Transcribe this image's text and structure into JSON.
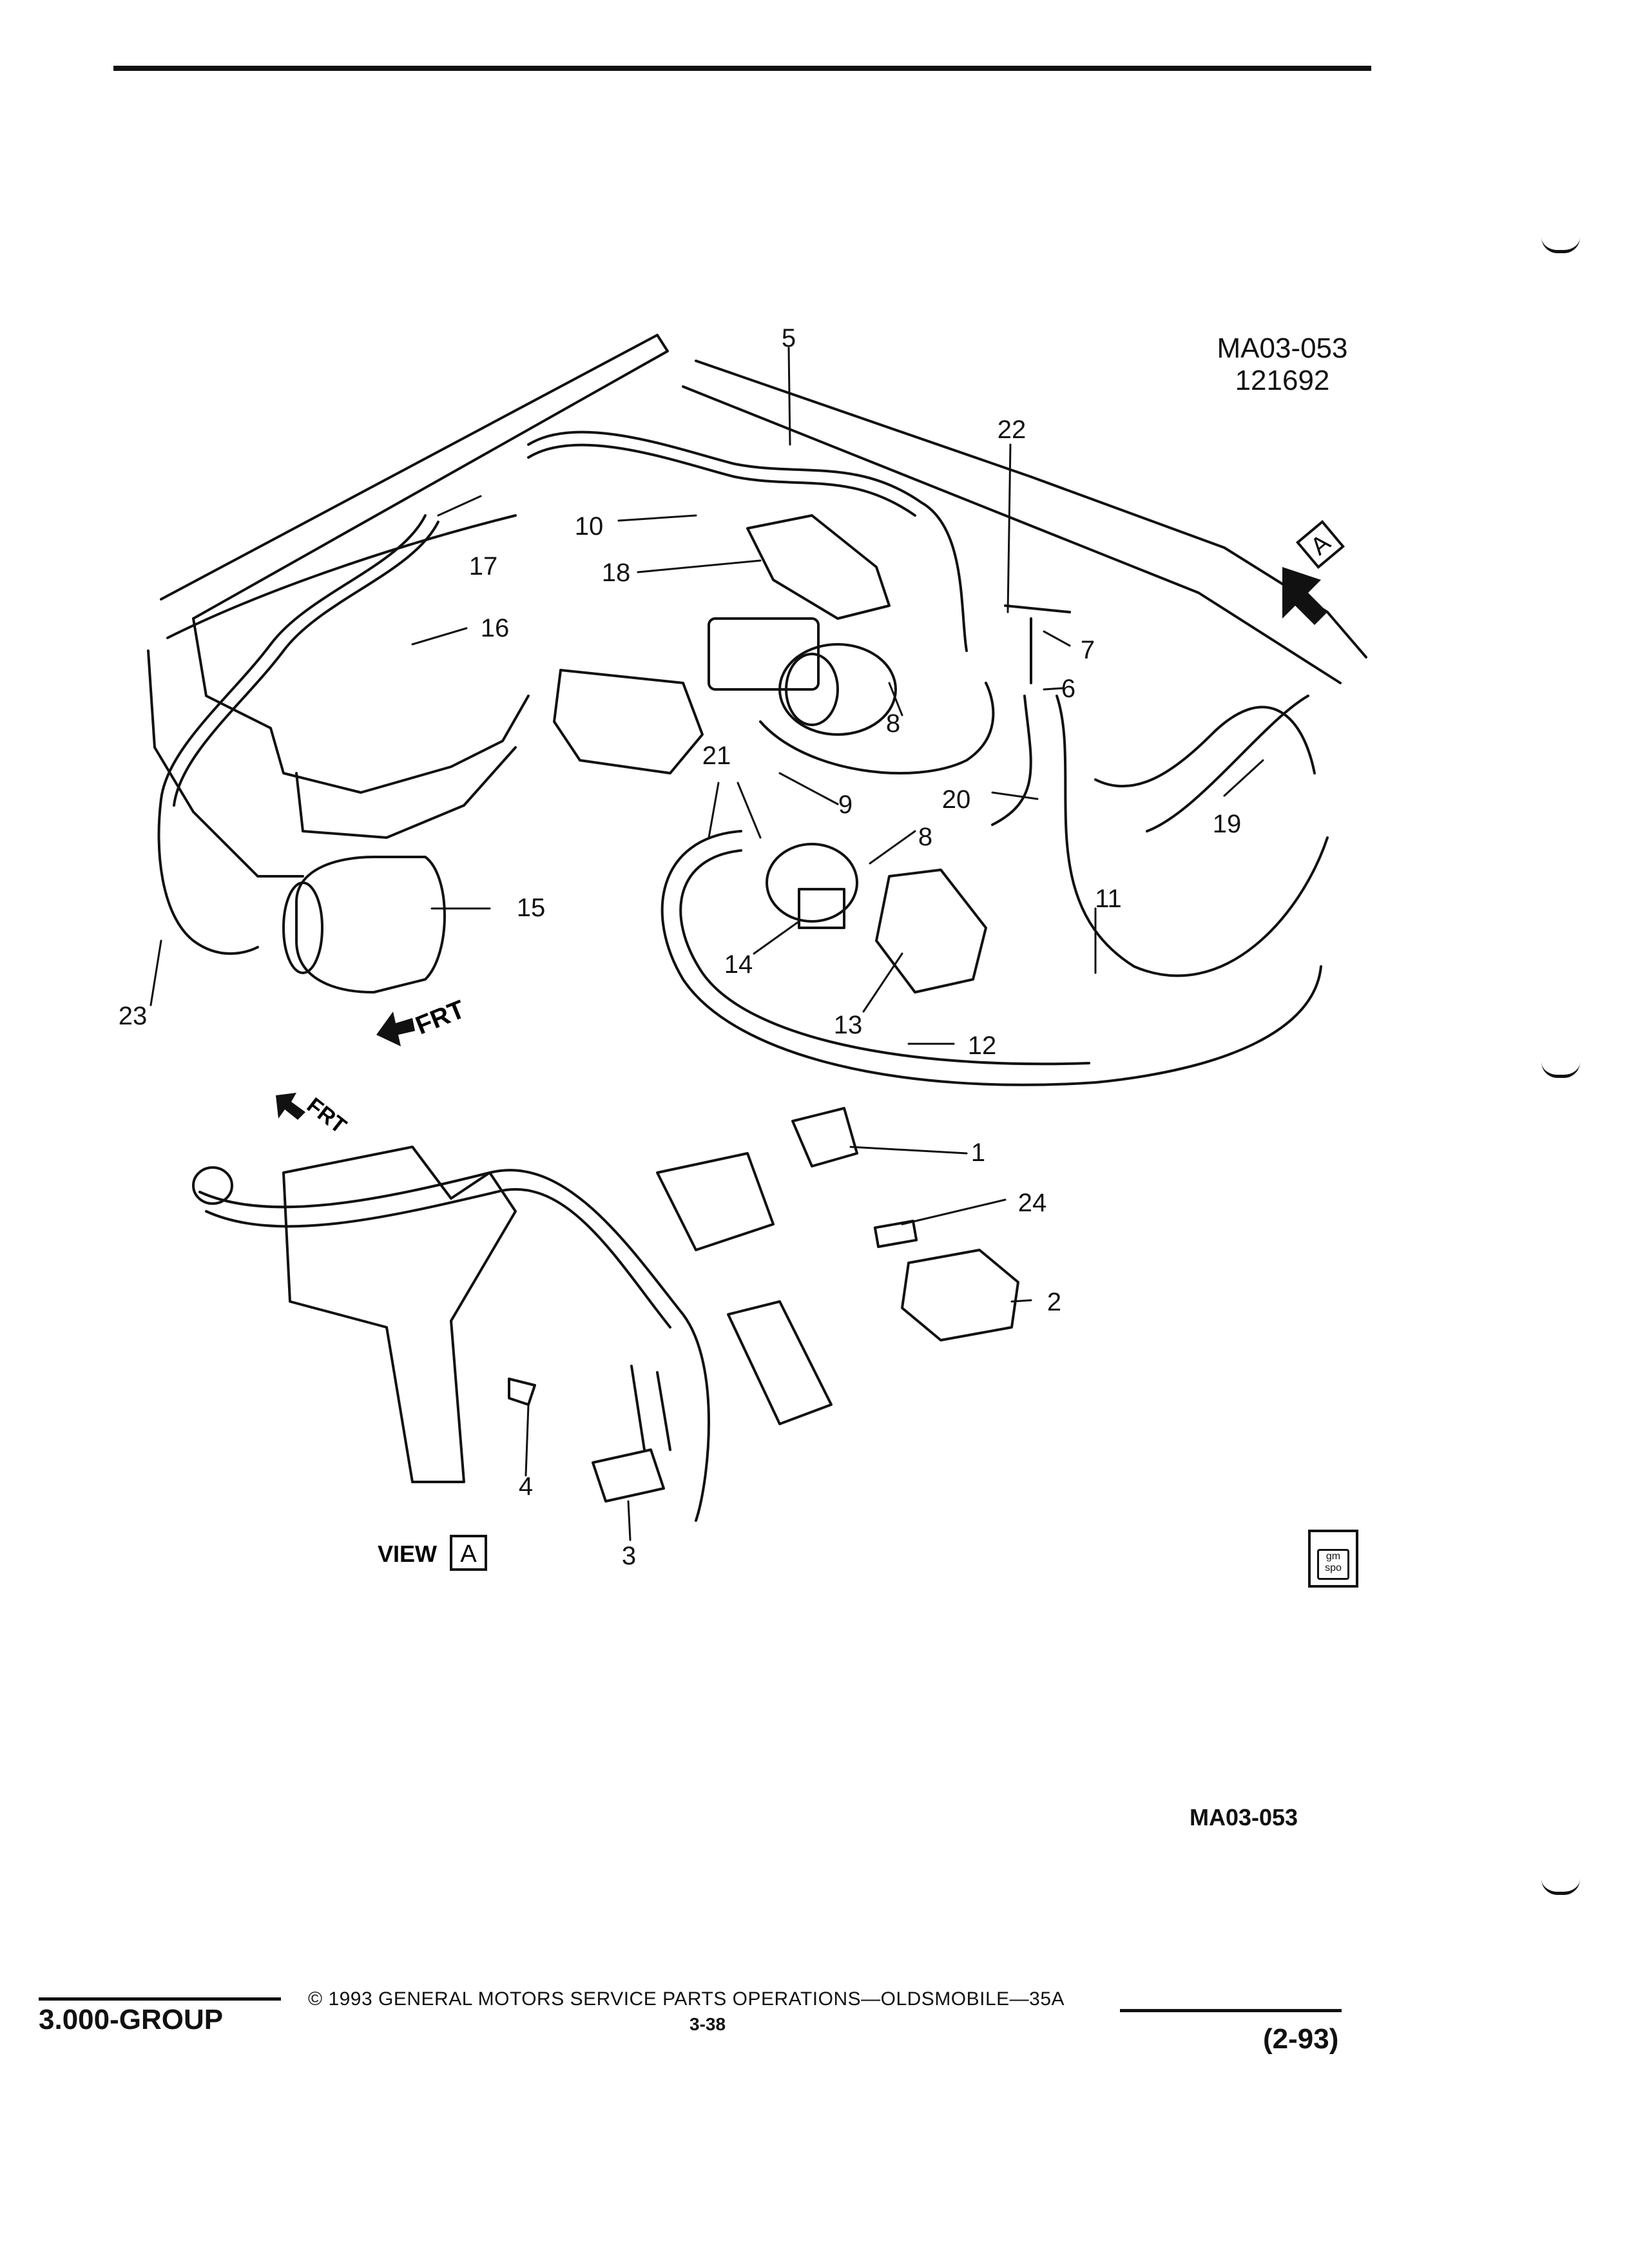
{
  "header": {
    "code": "MA03-053",
    "date_code": "121692"
  },
  "callouts": [
    "1",
    "2",
    "3",
    "4",
    "5",
    "6",
    "7",
    "8",
    "8",
    "9",
    "10",
    "11",
    "12",
    "13",
    "14",
    "15",
    "16",
    "17",
    "18",
    "19",
    "20",
    "21",
    "22",
    "23",
    "24"
  ],
  "labels": {
    "frt_upper": "FRT",
    "frt_lower": "FRT",
    "view_text": "VIEW",
    "view_letter": "A",
    "view_marker_letter": "A"
  },
  "footer": {
    "code": "MA03-053",
    "group": "3.000-GROUP",
    "copyright": "© 1993 GENERAL MOTORS SERVICE PARTS OPERATIONS—OLDSMOBILE—35A",
    "page": "3-38",
    "date": "(2-93)"
  },
  "logo": {
    "text_top": "gm",
    "text_bottom": "spo"
  },
  "colors": {
    "ink": "#111111",
    "paper": "#ffffff"
  }
}
